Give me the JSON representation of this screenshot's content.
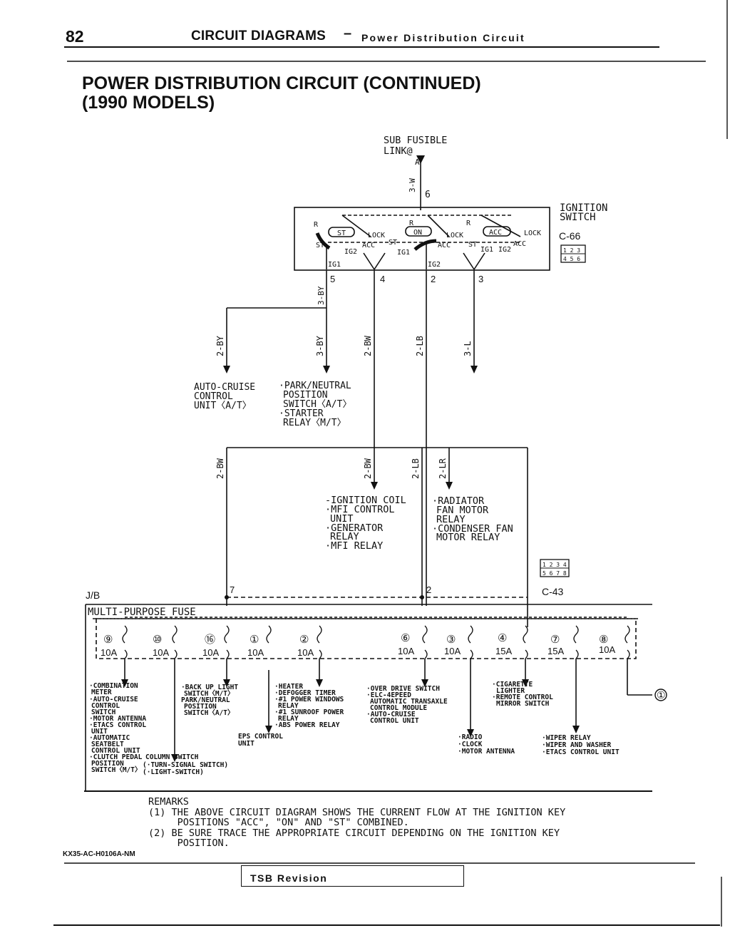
{
  "header": {
    "page_number": "82",
    "section": "CIRCUIT DIAGRAMS",
    "dash": "–",
    "subtitle": "Power Distribution Circuit"
  },
  "title": {
    "line1": "POWER DISTRIBUTION CIRCUIT (CONTINUED)",
    "line2": "(1990 MODELS)"
  },
  "sub_fusible": {
    "line1": "SUB  FUSIBLE",
    "line2": "LINK@",
    "terminal": "A",
    "wire": "3-W",
    "pin": "6"
  },
  "ignition_switch": {
    "label1": "IGNITION",
    "label2": "SWITCH",
    "connector": "C-66",
    "pins_top": "1 2 3",
    "pins_bottom": "4 5 6",
    "positions": [
      "ST",
      "ON",
      "ACC"
    ],
    "lock": "LOCK",
    "acc": "ACC",
    "st": "ST",
    "ig1": "IG1",
    "ig2": "IG2",
    "r": "R",
    "outputs": [
      {
        "label": "IG1",
        "pin": "5",
        "wire": "3-BY"
      },
      {
        "label": "",
        "pin": "4",
        "wire": "2-BW"
      },
      {
        "label": "IG2",
        "pin": "2",
        "wire": "2-LB"
      },
      {
        "label": "",
        "pin": "3",
        "wire": "3-L"
      }
    ]
  },
  "branch_wires": [
    "2-BY",
    "3-BY",
    "2-BW",
    "2-LB",
    "3-L"
  ],
  "loads_upper": {
    "auto_cruise": [
      "AUTO-CRUISE",
      "CONTROL",
      "UNIT〈A/T〉"
    ],
    "park_neutral": [
      "·PARK/NEUTRAL",
      "POSITION",
      "SWITCH〈A/T〉",
      "·STARTER",
      "RELAY〈M/T〉"
    ]
  },
  "mid_wires": [
    "2-BW",
    "2-BW",
    "2-LB",
    "2-LR"
  ],
  "loads_mid": {
    "ignition": [
      "-IGNITION COIL",
      "·MFI CONTROL",
      "UNIT",
      "·GENERATOR",
      "RELAY",
      "·MFI RELAY"
    ],
    "radiator": [
      "·RADIATOR",
      "FAN MOTOR",
      "RELAY",
      "·CONDENSER FAN",
      "MOTOR RELAY"
    ]
  },
  "junction_block": {
    "jb_label": "J/B",
    "fuse_title": "MULTI-PURPOSE FUSE",
    "connector": "C-43",
    "conn_pins_top": "1 2 3 4",
    "conn_pins_bottom": "5 6 7 8",
    "pin7": "7",
    "pin2": "2",
    "fuses": [
      {
        "num": "⑨",
        "rating": "10A"
      },
      {
        "num": "⑩",
        "rating": "10A"
      },
      {
        "num": "⑯",
        "rating": "10A"
      },
      {
        "num": "①",
        "rating": "10A"
      },
      {
        "num": "②",
        "rating": "10A"
      },
      {
        "num": "⑥",
        "rating": "10A"
      },
      {
        "num": "③",
        "rating": "10A"
      },
      {
        "num": "④",
        "rating": "15A"
      },
      {
        "num": "⑦",
        "rating": "15A"
      },
      {
        "num": "⑧",
        "rating": "10A"
      }
    ],
    "off_page_ref": "①"
  },
  "loads_lower": {
    "combination": [
      "·COMBINATION",
      "METER",
      "·AUTO-CRUISE",
      "CONTROL",
      "SWITCH",
      "·MOTOR ANTENNA",
      "·ETACS CONTROL",
      "UNIT",
      "·AUTOMATIC",
      "SEATBELT",
      "CONTROL UNIT",
      "·CLUTCH PEDAL",
      "POSITION",
      "SWITCH〈M/T〉"
    ],
    "column_switch": [
      "COLUMN SWITCH",
      "(·TURN-SIGNAL SWITCH)",
      "(·LIGHT-SWITCH)"
    ],
    "backup": [
      "·BACK UP LIGHT",
      "SWITCH〈M/T〉",
      "PARK/NEUTRAL",
      "POSITION",
      "SWITCH〈A/T〉"
    ],
    "eps": [
      "EPS CONTROL",
      "UNIT"
    ],
    "heater": [
      "·HEATER",
      "·DEFOGGER TIMER",
      "·#1 POWER WINDOWS",
      "RELAY",
      "·#1 SUNROOF POWER",
      "RELAY",
      "·ABS POWER RELAY"
    ],
    "overdrive": [
      "·OVER DRIVE SWITCH",
      "·ELC-4EPEED",
      "AUTOMATIC TRANSAXLE",
      "CONTROL MODULE",
      "·AUTO-CRUISE",
      "CONTROL UNIT"
    ],
    "radio": [
      "·RADIO",
      "·CLOCK",
      "·MOTOR ANTENNA"
    ],
    "cigarette": [
      "·CIGARETTE",
      "LIGHTER",
      "·REMOTE CONTROL",
      "MIRROR SWITCH"
    ],
    "wiper": [
      "·WIPER RELAY",
      "·WIPER AND WASHER",
      "·ETACS CONTROL UNIT"
    ]
  },
  "remarks": {
    "heading": "REMARKS",
    "items": [
      "(1) THE ABOVE CIRCUIT DIAGRAM SHOWS THE CURRENT FLOW AT THE IGNITION KEY",
      "     POSITIONS \"ACC\", \"ON\" AND \"ST\" COMBINED.",
      "(2) BE SURE TRACE THE APPROPRIATE CIRCUIT DEPENDING ON THE IGNITION KEY",
      "     POSITION."
    ]
  },
  "footer": {
    "code": "KX35-AC-H0106A-NM",
    "tsb": "TSB Revision"
  }
}
